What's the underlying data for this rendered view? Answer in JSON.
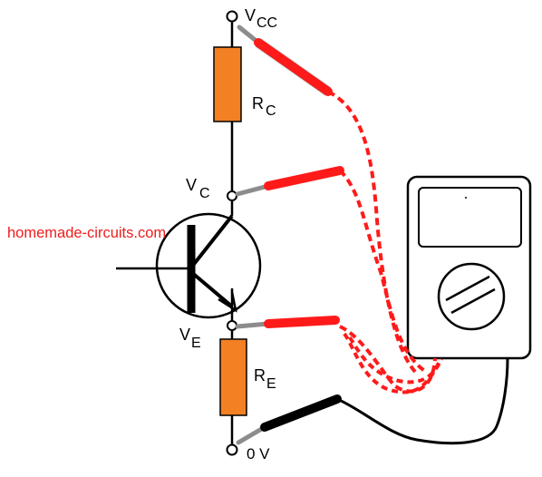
{
  "labels": {
    "vcc_main": "V",
    "vcc_sub": "CC",
    "rc_main": "R",
    "rc_sub": "C",
    "vc_main": "V",
    "vc_sub": "C",
    "ve_main": "V",
    "ve_sub": "E",
    "re_main": "R",
    "re_sub": "E",
    "ground": "0 V"
  },
  "watermark": "homemade-circuits.com",
  "colors": {
    "resistor_fill": "#f48024",
    "probe_red": "#ff1a1a",
    "probe_black": "#000000",
    "probe_tip": "#8c8c8c",
    "wire": "#000000",
    "watermark": "#ee1c1c"
  }
}
